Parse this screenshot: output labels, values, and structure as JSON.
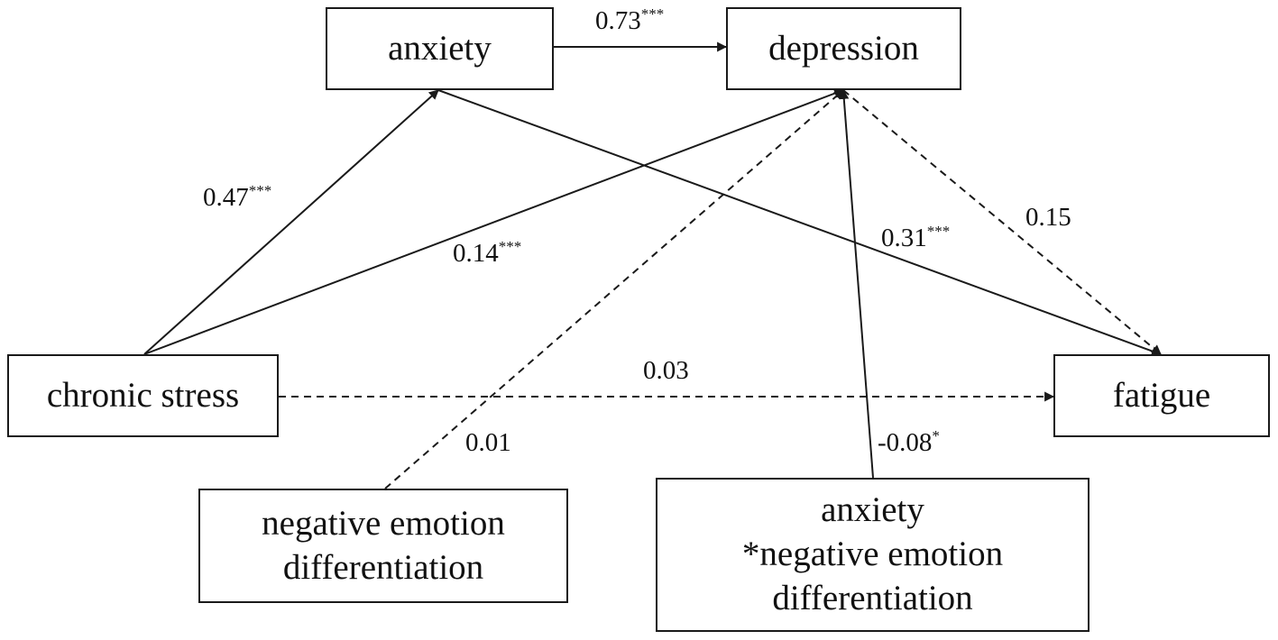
{
  "nodes": {
    "anxiety": "anxiety",
    "depression": "depression",
    "chronic_stress": "chronic stress",
    "fatigue": "fatigue",
    "ned": [
      "negative emotion",
      "differentiation"
    ],
    "interaction": [
      "anxiety",
      "*negative emotion",
      "differentiation"
    ]
  },
  "paths": {
    "anxiety_to_depression": {
      "coef": "0.73",
      "sig": "***",
      "line": "solid"
    },
    "stress_to_anxiety": {
      "coef": "0.47",
      "sig": "***",
      "line": "solid"
    },
    "stress_to_depression": {
      "coef": "0.14",
      "sig": "***",
      "line": "solid"
    },
    "anxiety_to_fatigue": {
      "coef": "0.31",
      "sig": "***",
      "line": "solid"
    },
    "depression_to_fatigue": {
      "coef": "0.15",
      "sig": "",
      "line": "dashed"
    },
    "stress_to_fatigue": {
      "coef": "0.03",
      "sig": "",
      "line": "dashed"
    },
    "ned_to_depression": {
      "coef": "0.01",
      "sig": "",
      "line": "dashed"
    },
    "interaction_to_depression": {
      "coef": "-0.08",
      "sig": "*",
      "line": "solid"
    }
  },
  "colors": {
    "stroke": "#1a1a1a",
    "text": "#111111",
    "background": "#ffffff"
  }
}
